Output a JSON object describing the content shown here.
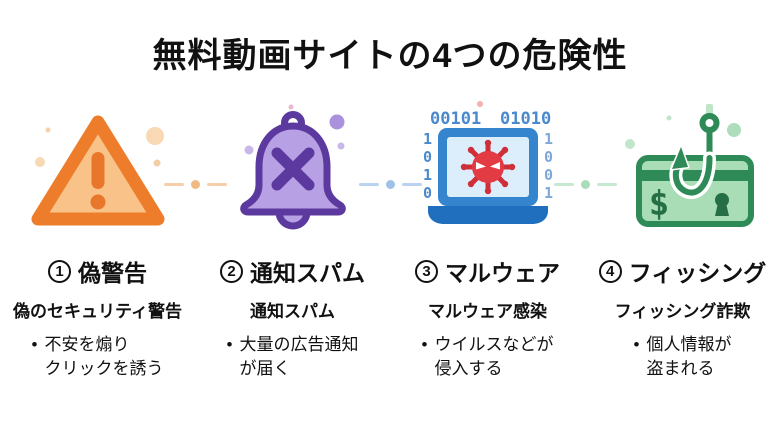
{
  "title": "無料動画サイトの4つの危険性",
  "bullet_marker": "•",
  "columns": [
    {
      "id": "fake-warning",
      "number": "1",
      "heading": "偽警告",
      "subtitle": "偽のセキュリティ警告",
      "bullet_lines": [
        "不安を煽り",
        "クリックを誘う"
      ],
      "icon": "warning-triangle-icon",
      "accent_color": "#EE7D2B"
    },
    {
      "id": "notification-spam",
      "number": "2",
      "heading": "通知スパム",
      "subtitle": "通知スパム",
      "bullet_lines": [
        "大量の広告通知",
        "が届く"
      ],
      "icon": "blocked-bell-icon",
      "accent_color": "#5C399F"
    },
    {
      "id": "malware",
      "number": "3",
      "heading": "マルウェア",
      "subtitle": "マルウェア感染",
      "bullet_lines": [
        "ウイルスなどが",
        "侵入する"
      ],
      "icon": "laptop-virus-icon",
      "accent_color": "#3584CE"
    },
    {
      "id": "phishing",
      "number": "4",
      "heading": "フィッシング",
      "subtitle": "フィッシング詐欺",
      "bullet_lines": [
        "個人情報が",
        "盗まれる"
      ],
      "icon": "card-fishhook-icon",
      "accent_color": "#2E8B57"
    }
  ],
  "icon_text": {
    "binary_top_left": "00101",
    "binary_top_right": "01010",
    "binary_left": [
      "1",
      "0",
      "1",
      "0"
    ],
    "binary_right": [
      "1",
      "0",
      "0",
      "1"
    ],
    "dollar_sign": "$"
  },
  "colors": {
    "background": "#FFFFFF",
    "title_text": "#111111",
    "warning_orange_stroke": "#EE7D2B",
    "warning_orange_fill": "#F9C289",
    "spam_purple_stroke": "#5C399F",
    "spam_purple_fill": "#B7A0E4",
    "malware_blue_frame": "#3584CE",
    "malware_blue_base": "#1F6FBE",
    "malware_screen": "#DCEEFB",
    "virus_red": "#E23B44",
    "phishing_green_stroke": "#2E8B57",
    "phishing_green_fill": "#A9DDB6",
    "connector_orange": "#F6CFA9",
    "connector_blue": "#BAD4EF",
    "connector_green": "#C7E8D1"
  }
}
